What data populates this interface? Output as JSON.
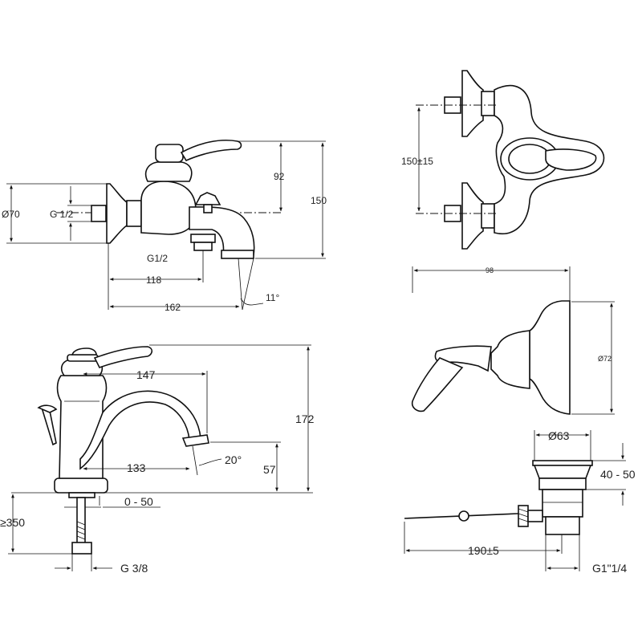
{
  "bath_mixer": {
    "dia_flange": "Ø70",
    "thread_inlet": "G 1/2",
    "thread_outlet": "G1/2",
    "height_92": "92",
    "height_150": "150",
    "length_118": "118",
    "length_162": "162",
    "angle": "11°"
  },
  "wall_mixer_top": {
    "centers": "150±15"
  },
  "handle_view": {
    "width": "98",
    "dia": "Ø72"
  },
  "basin_mixer": {
    "reach_147": "147",
    "reach_133": "133",
    "height_172": "172",
    "height_57": "57",
    "angle": "20°",
    "deck": "0 - 50",
    "hose": "≥350",
    "thread": "G 3/8"
  },
  "waste": {
    "dia": "Ø63",
    "range": "40 - 50",
    "rod": "190±5",
    "thread": "G1\"1/4"
  }
}
